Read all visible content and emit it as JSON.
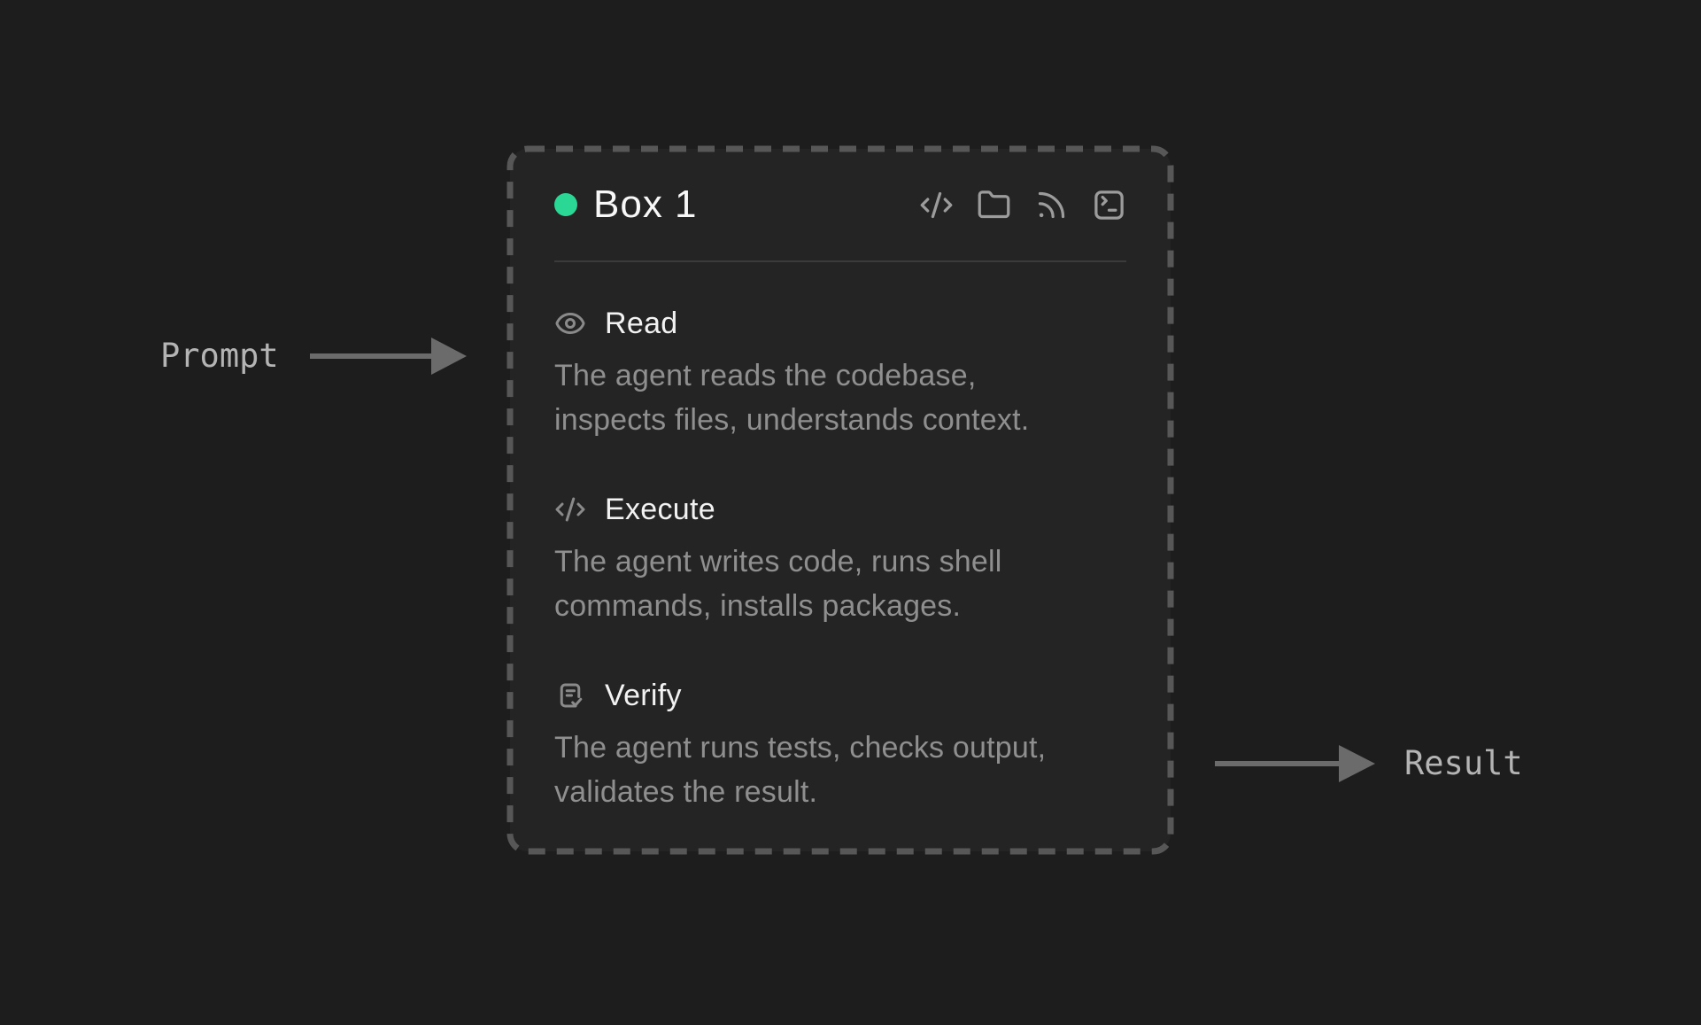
{
  "node": {
    "title": "Box 1",
    "status": {
      "icon": "status-dot",
      "color": "#2bd795"
    },
    "toolbar_icons": [
      "code-icon",
      "folder-icon",
      "rss-icon",
      "terminal-icon"
    ],
    "sections": [
      {
        "icon": "eye-icon",
        "title": "Read",
        "description": "The agent reads the codebase,\ninspects files, understands context."
      },
      {
        "icon": "code-icon",
        "title": "Execute",
        "description": "The agent writes code, runs shell\ncommands, installs packages."
      },
      {
        "icon": "clipboard-check-icon",
        "title": "Verify",
        "description": "The agent runs tests, checks output,\nvalidates the result."
      }
    ]
  },
  "annotations": {
    "input_label": "Prompt",
    "output_label": "Result"
  },
  "colors": {
    "page_background": "#1d1d1d",
    "box_background": "#242424",
    "box_dashed_border": "#575757",
    "divider": "#3b3b3b",
    "title_text": "#f7f7f7",
    "heading_text": "#f2f2f2",
    "body_text": "#8f8f8f",
    "toolbar_icon": "#9c9c9c",
    "section_icon": "#8a8a8a",
    "status_dot": "#2bd795",
    "arrow": "#6b6b6b",
    "annotation_text": "#b4b4b4"
  }
}
